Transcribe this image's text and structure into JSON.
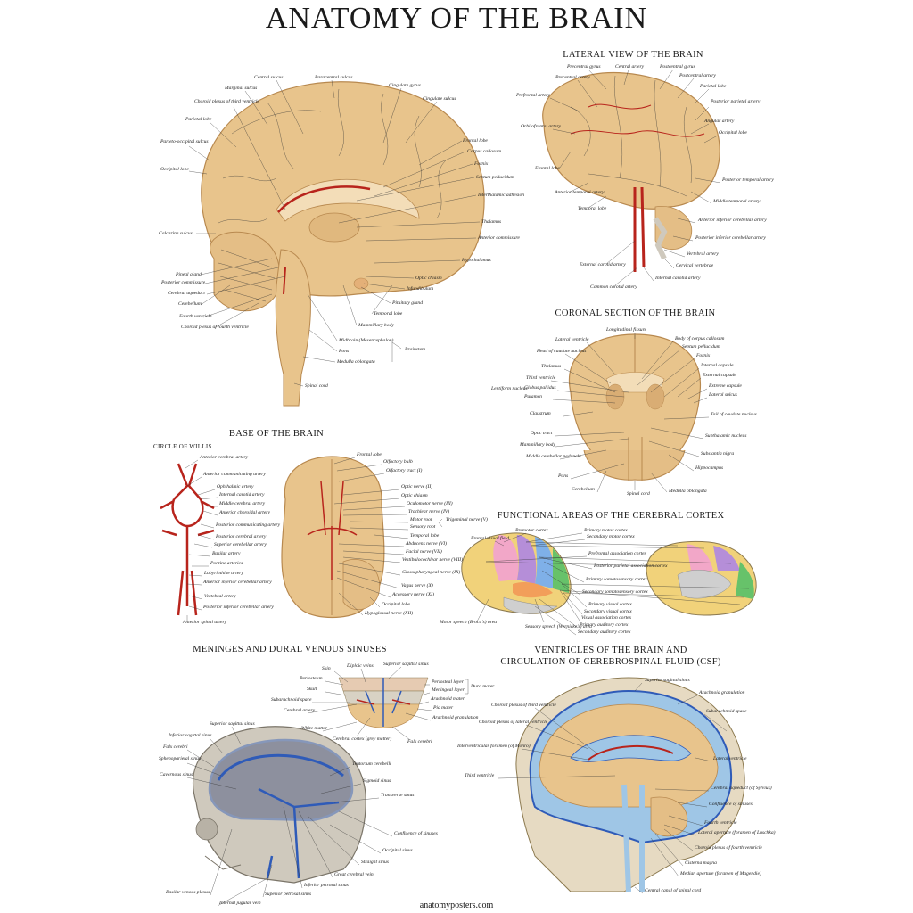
{
  "title": "ANATOMY OF THE BRAIN",
  "footer": "anatomyposters.com",
  "sections": {
    "lateral": "LATERAL VIEW OF THE BRAIN",
    "coronal": "CORONAL SECTION OF THE BRAIN",
    "base": "BASE OF THE BRAIN",
    "circle": "CIRCLE OF WILLIS",
    "functional": "FUNCTIONAL AREAS OF THE CEREBRAL CORTEX",
    "meninges": "MENINGES AND DURAL VENOUS SINUSES",
    "ventricles_1": "VENTRICLES OF THE BRAIN AND",
    "ventricles_2": "CIRCULATION OF CEREBROSPINAL FLUID (CSF)"
  },
  "colors": {
    "brain": "#e8c48c",
    "brain_dark": "#b8894f",
    "artery": "#b8241c",
    "csf": "#9fc6e6",
    "sinus": "#2f5bb8",
    "bone": "#cfc9bd",
    "premotor": "#f2a7c8",
    "motor": "#b58ed8",
    "sensory": "#7fb0e8",
    "frontal": "#f1d27a",
    "visual": "#67c26a",
    "auditory": "#f29e5a"
  },
  "labels": {
    "sagittal_left": [
      "Central sulcus",
      "Marginal sulcus",
      "Choroid plexus of third ventricle",
      "Parietal lobe",
      "Parieto-occipital sulcus",
      "Occipital lobe",
      "Calcarine sulcus",
      "Pineal gland",
      "Posterior commissure",
      "Cerebral aqueduct",
      "Cerebellum",
      "Fourth ventricle",
      "Choroid plexus of fourth ventricle"
    ],
    "sagittal_right": [
      "Paracentral sulcus",
      "Cingulate gyrus",
      "Cingulate sulcus",
      "Frontal lobe",
      "Corpus callosum",
      "Fornix",
      "Septum pellucidum",
      "Interthalamic adhesion",
      "Thalamus",
      "Anterior commissure",
      "Hypothalamus",
      "Optic chiasm",
      "Infundibulum",
      "Pituitary gland",
      "Temporal lobe",
      "Mammillary body",
      "Midbrain (Mesencephalon)",
      "Pons",
      "Medulla oblongata",
      "Brainstem",
      "Spinal cord"
    ],
    "lateral_left": [
      "Precentral gyrus",
      "Precentral artery",
      "Prefrontal artery",
      "Orbitofrontal artery",
      "Frontal lobe",
      "Anterior temporal artery",
      "Temporal lobe",
      "External carotid artery",
      "Common carotid artery"
    ],
    "lateral_right": [
      "Central artery",
      "Postcentral gyrus",
      "Postcentral artery",
      "Parietal lobe",
      "Posterior parietal artery",
      "Angular artery",
      "Occipital lobe",
      "Posterior temporal artery",
      "Middle temporal artery",
      "Anterior inferior cerebellar artery",
      "Posterior inferior cerebellar artery",
      "Vertebral artery",
      "Cervical vertebrae",
      "Internal carotid artery"
    ],
    "coronal_left": [
      "Longitudinal fissure",
      "Lateral ventricle",
      "Head of caudate nucleus",
      "Thalamus",
      "Third ventricle",
      "Globus pallidus",
      "Putamen",
      "Lentiform nucleus",
      "Claustrum",
      "Optic tract",
      "Mammillary body",
      "Middle cerebellar peduncle",
      "Pons",
      "Cerebellum",
      "Spinal cord"
    ],
    "coronal_right": [
      "Body of corpus callosum",
      "Septum pellucidum",
      "Fornix",
      "Internal capsule",
      "External capsule",
      "Extreme capsule",
      "Lateral sulcus",
      "Tail of caudate nucleus",
      "Subthalamic nucleus",
      "Substantia nigra",
      "Hippocampus",
      "Medulla oblongata"
    ],
    "willis": [
      "Anterior cerebral artery",
      "Anterior communicating artery",
      "Ophthalmic artery",
      "Internal carotid artery",
      "Middle cerebral artery",
      "Anterior choroidal artery",
      "Posterior communicating artery",
      "Posterior cerebral artery",
      "Superior cerebellar artery",
      "Basilar artery",
      "Pontine arteries",
      "Labyrinthine artery",
      "Anterior inferior cerebellar artery",
      "Vertebral artery",
      "Posterior inferior cerebellar artery",
      "Anterior spinal artery"
    ],
    "base_right": [
      "Frontal lobe",
      "Olfactory bulb",
      "Olfactory tract (I)",
      "Optic nerve (II)",
      "Optic chiasm",
      "Oculomotor nerve (III)",
      "Trochlear nerve (IV)",
      "Motor root",
      "Sensory root",
      "Trigeminal nerve (V)",
      "Temporal lobe",
      "Abducens nerve (VI)",
      "Facial nerve (VII)",
      "Vestibulocochlear nerve (VIII)",
      "Glossopharyngeal nerve (IX)",
      "Vagus nerve (X)",
      "Accessory nerve (XI)",
      "Occipital lobe",
      "Hypoglossal nerve (XII)"
    ],
    "functional_left": [
      "Frontal visual field",
      "Motor speech (Broca's) area",
      "Sensory speech (Wernicke's) area"
    ],
    "functional_mid": [
      "Premotor cortex",
      "Primary motor cortex",
      "Secondary motor cortex",
      "Prefrontal association cortex",
      "Posterior parietal association cortex",
      "Primary somatosensory cortex",
      "Secondary somatosensory cortex",
      "Primary visual cortex",
      "Secondary visual cortex",
      "Visual association cortex",
      "Primary auditory cortex",
      "Secondary auditory cortex"
    ],
    "meninges_top": [
      "Diploic veins",
      "Superior sagittal sinus",
      "Skin",
      "Periosteum",
      "Skull",
      "Subarachnoid space",
      "Cerebral artery",
      "White matter",
      "Cerebral cortex (grey matter)",
      "Falx cerebri",
      "Periosteal layer",
      "Meningeal layer",
      "Dura mater",
      "Arachnoid mater",
      "Pia mater",
      "Arachnoid granulation"
    ],
    "meninges_skull": [
      "Superior sagittal sinus",
      "Inferior sagittal sinus",
      "Falx cerebri",
      "Sphenoparietal sinus",
      "Cavernous sinus",
      "Tentorium cerebelli",
      "Sigmoid sinus",
      "Transverse sinus",
      "Confluence of sinuses",
      "Occipital sinus",
      "Straight sinus",
      "Great cerebral vein",
      "Inferior petrosal sinus",
      "Superior petrosal sinus",
      "Internal jugular vein",
      "Basilar venous plexus"
    ],
    "csf_left": [
      "Choroid plexus of third ventricle",
      "Choroid plexus of lateral ventricle",
      "Interventricular foramen (of Monro)",
      "Third ventricle"
    ],
    "csf_right": [
      "Superior sagittal sinus",
      "Arachnoid granulation",
      "Subarachnoid space",
      "Lateral ventricle",
      "Cerebral aqueduct (of Sylvius)",
      "Confluence of sinuses",
      "Fourth ventricle",
      "Lateral aperture (foramen of Luschka)",
      "Choroid plexus of fourth ventricle",
      "Cisterna magna",
      "Median aperture (foramen of Magendie)",
      "Central canal of spinal cord"
    ]
  }
}
